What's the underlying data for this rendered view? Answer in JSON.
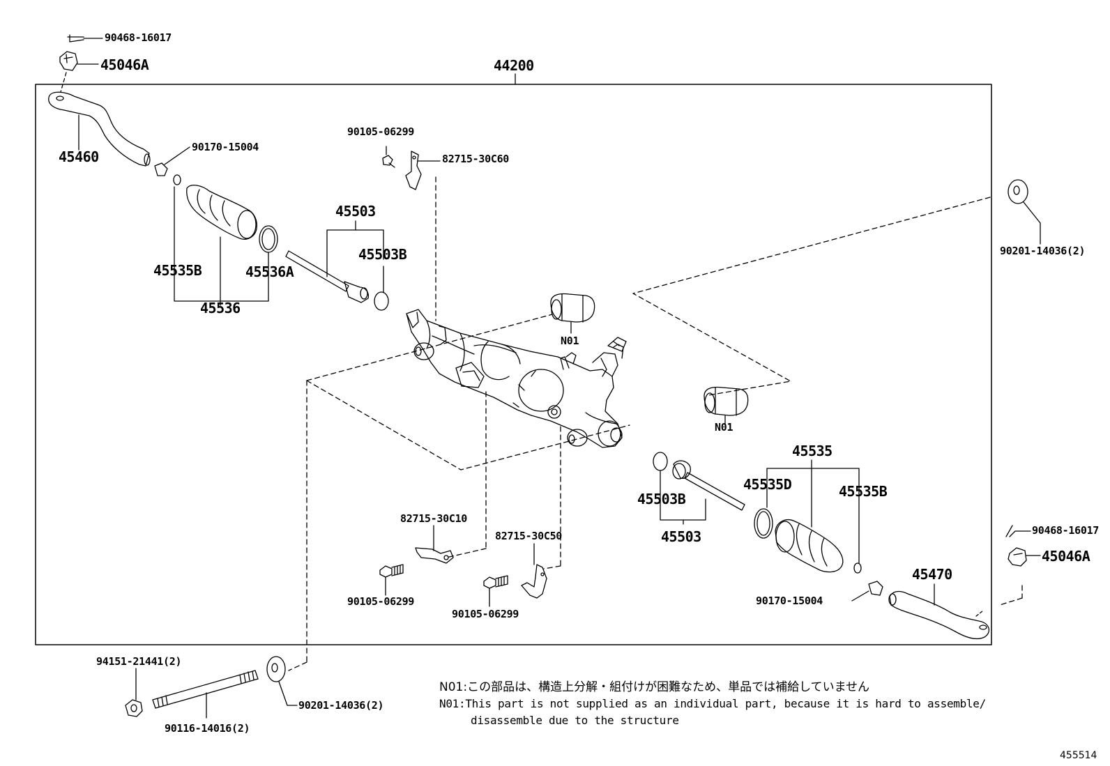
{
  "frame_label": "44200",
  "labels": {
    "p_90468_top": "90468-16017",
    "p_45046a_top": "45046A",
    "p_45460": "45460",
    "p_90170_top": "90170-15004",
    "p_45535b_left": "45535B",
    "p_45536a": "45536A",
    "p_45536": "45536",
    "p_45503_top": "45503",
    "p_45503b_top": "45503B",
    "p_90105_top": "90105-06299",
    "p_82715_30c60": "82715-30C60",
    "p_90201_right": "90201-14036(2)",
    "p_n01_a": "N01",
    "p_n01_b": "N01",
    "p_45535": "45535",
    "p_45535d": "45535D",
    "p_45535b_right": "45535B",
    "p_45503b_bot": "45503B",
    "p_45503_bot": "45503",
    "p_82715_30c10": "82715-30C10",
    "p_82715_30c50": "82715-30C50",
    "p_90105_mid": "90105-06299",
    "p_90105_right": "90105-06299",
    "p_90468_right": "90468-16017",
    "p_45046a_right": "45046A",
    "p_45470": "45470",
    "p_90170_bot": "90170-15004",
    "p_94151": "94151-21441(2)",
    "p_90116": "90116-14016(2)",
    "p_90201_bot": "90201-14036(2)"
  },
  "notes": {
    "ja": "N01:この部品は、構造上分解・組付けが困難なため、単品では補給していません",
    "en_line1": "N01:This part is not supplied as an individual part, because it is hard to assemble/",
    "en_line2": "disassemble due to the structure"
  },
  "figure_ref": "455514"
}
